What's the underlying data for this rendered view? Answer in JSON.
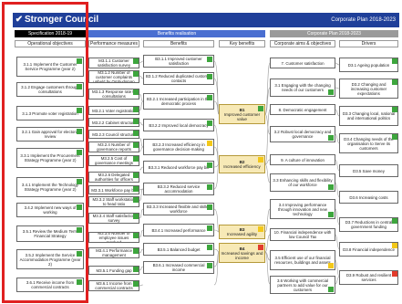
{
  "header": {
    "title": "Stronger Council",
    "plan_label": "Corporate Plan 2018-2023"
  },
  "column_bars": {
    "left": "Specification 2018-19",
    "middle": "Benefits realisation",
    "right": "Corporate Plan 2018-2023"
  },
  "column_headers": [
    "Operational objectives",
    "Performance measures",
    "Benefits",
    "Key benefits",
    "Corporate aims & objectives",
    "Drivers"
  ],
  "operational_objectives": [
    "3.1.1 Implement the Customer Service Programme (year 2)",
    "3.1.2 Engage customers through consultations",
    "3.1.3 Promote voter registration",
    "3.2.1 Gain approval for electoral review",
    "3.3.1 Implement the Procurement Strategy Programme (year 2)",
    "3.4.1 Implement the Technology Strategy Programme (year 2)",
    "3.4.2 Implement new ways of working",
    "3.5.1 Review the Medium Term Financial Strategy",
    "3.5.2 Implement the Service Accommodation Programme (year 2)",
    "3.6.1 Receive income from commercial contracts"
  ],
  "performance_measures": [
    "M3.1.1 Customer satisfaction survey",
    "M3.1.2 Number of customer complaints upheld by Ombudsman",
    "M3.1.3 Response rate to consultations",
    "M3.2.1 Voter registration",
    "M3.2.2 Cabinet structure",
    "M3.2.3 Council structure",
    "M3.2.4 Number of governance reports",
    "M3.2.5 Cost of governance meetings",
    "M3.2.6 Delegated authorities for officers",
    "M3.3.1 Workforce pay bill",
    "M3.3.2 Staff workstation to head ratio",
    "M3.3.4 Staff satisfaction survey",
    "M3.3.5 Number of employee issues resolved",
    "M3.4.1 Performance management",
    "M3.5.1 Funding gap",
    "M3.6.1 Income from commercial contracts"
  ],
  "benefits": [
    "B3.1.1 Improved customer satisfaction",
    "B3.1.2 Reduced duplicated customer contacts",
    "B3.2.1 Increased participation in the democratic process",
    "B3.2.2 Improved local democracy",
    "B3.2.3 Increased efficiency in governance decision-making",
    "B3.3.1 Reduced workforce pay bill",
    "B3.3.2 Reduced service accommodation",
    "B3.3.3 Increased flexible and skilled workforce",
    "B3.4.1 Increased performance",
    "B3.5.1 Balanced budget",
    "B3.6.1 Increased commercial income"
  ],
  "key_benefits": [
    {
      "code": "B1",
      "label": "Improved customer value"
    },
    {
      "code": "B2",
      "label": "Increased efficiency"
    },
    {
      "code": "B3",
      "label": "Increased agility"
    },
    {
      "code": "B4",
      "label": "Increased savings and income"
    }
  ],
  "corporate_aims": [
    "7. Customer satisfaction",
    "3.1 Engaging with the changing needs of our customers",
    "8. Democratic engagement",
    "3.2 Robust local democracy and governance",
    "9. A culture of innovation",
    "3.3 Enhancing skills and flexibility of our workforce",
    "3.4 Improving performance through innovation and new technology",
    "10. Financial independence with low Council Tax",
    "3.5 Efficient use of our financial resources, buildings and assets",
    "3.6 Working with commercial partners to add value for our customers"
  ],
  "drivers": [
    "D3.1 Ageing population",
    "D3.2 Changing and increasing customer expectations",
    "D3.3 Changing local, national and international politics",
    "D3.4 Changing needs of the organisation to Serve its customers",
    "D3.5 Save money",
    "D3.6 Increasing costs",
    "D3.7 Reductions in central government funding",
    "D3.8 Financial independence",
    "D3.9 Robust and resilient services"
  ],
  "colors": {
    "header_blue": "#1f3f99",
    "benefits_bar": "#4a6fd1",
    "plan_bar": "#9a9a9a",
    "green": "#3da63d",
    "yellow": "#f3c81a",
    "red": "#e23b2b",
    "highlight": "#e02020"
  }
}
